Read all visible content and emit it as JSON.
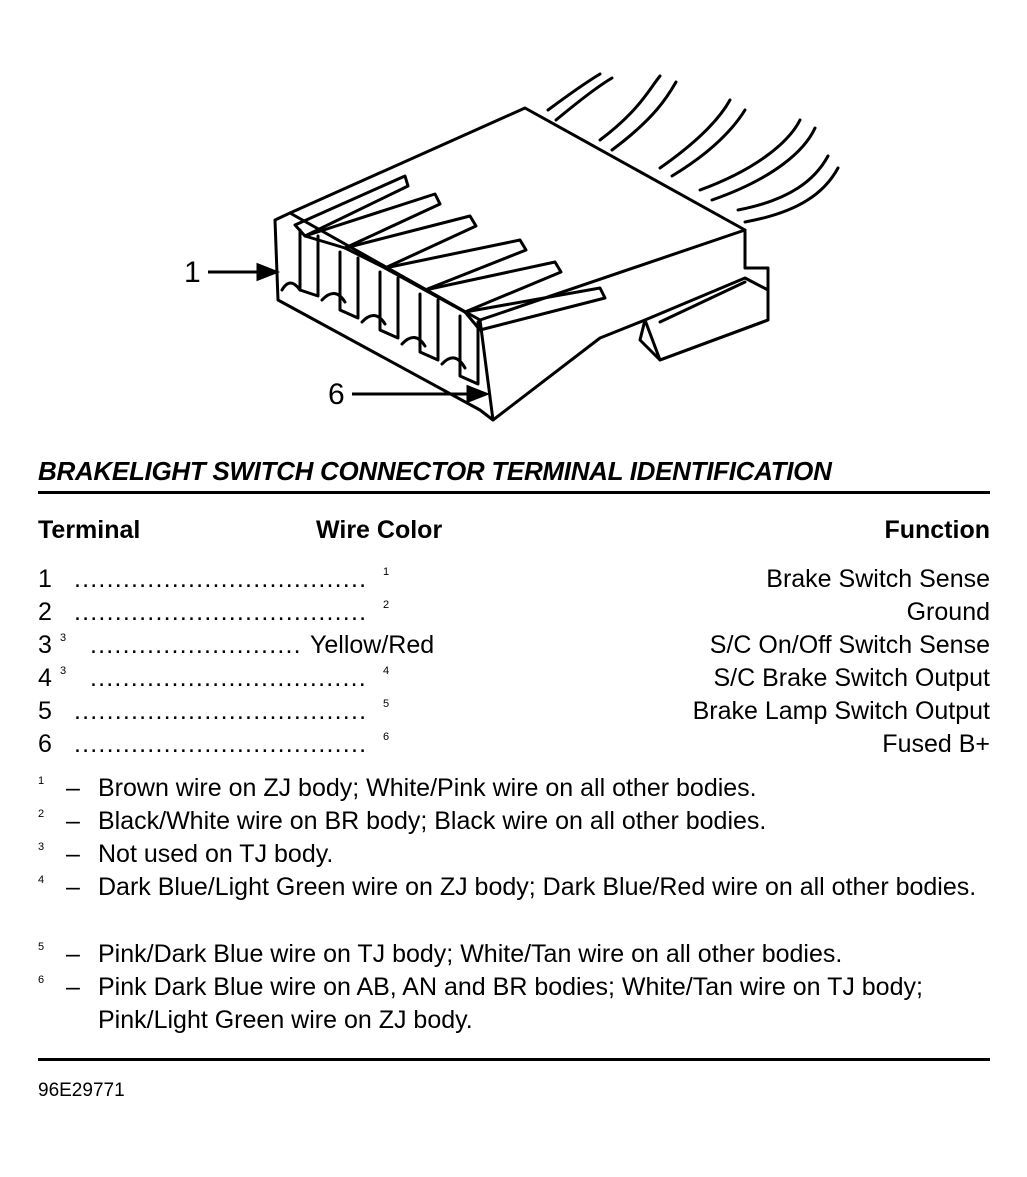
{
  "figure": {
    "callout_1": "1",
    "callout_6": "6"
  },
  "title": "BRAKELIGHT SWITCH CONNECTOR TERMINAL IDENTIFICATION",
  "headers": {
    "terminal": "Terminal",
    "wire_color": "Wire Color",
    "function": "Function"
  },
  "rows": [
    {
      "terminal": "1",
      "term_note": "",
      "wire": "",
      "wire_note": "1",
      "function": "Brake Switch Sense"
    },
    {
      "terminal": "2",
      "term_note": "",
      "wire": "",
      "wire_note": "2",
      "function": "Ground"
    },
    {
      "terminal": "3",
      "term_note": "3",
      "wire": "Yellow/Red",
      "wire_note": "",
      "function": "S/C On/Off Switch Sense"
    },
    {
      "terminal": "4",
      "term_note": "3",
      "wire": "",
      "wire_note": "4",
      "function": "S/C Brake Switch Output"
    },
    {
      "terminal": "5",
      "term_note": "",
      "wire": "",
      "wire_note": "5",
      "function": "Brake Lamp Switch Output"
    },
    {
      "terminal": "6",
      "term_note": "",
      "wire": "",
      "wire_note": "6",
      "function": "Fused B+"
    }
  ],
  "notes": [
    {
      "mark": "1",
      "text": "Brown wire on ZJ body; White/Pink wire on all other bodies."
    },
    {
      "mark": "2",
      "text": "Black/White wire on BR body; Black wire on all other bodies."
    },
    {
      "mark": "3",
      "text": "Not used on TJ body."
    },
    {
      "mark": "4",
      "text": "Dark Blue/Light Green wire on ZJ body; Dark Blue/Red wire on all other bodies."
    },
    {
      "mark": "5",
      "text": "Pink/Dark Blue wire on TJ body; White/Tan wire on all other bodies."
    },
    {
      "mark": "6",
      "text": "Pink Dark Blue wire on AB, AN and BR bodies; White/Tan wire on TJ body; Pink/Light Green wire on ZJ body."
    }
  ],
  "figure_code": "96E29771"
}
